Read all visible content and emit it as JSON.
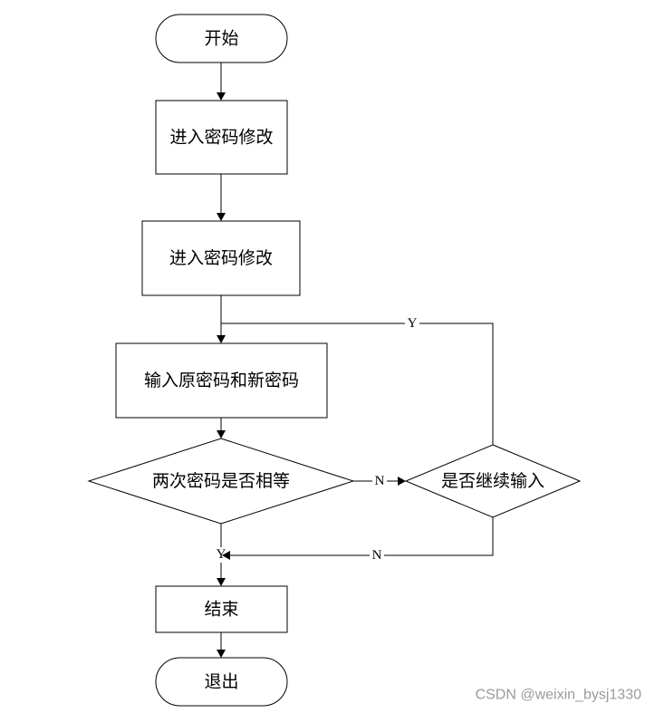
{
  "nodes": {
    "start": "开始",
    "enter_modify_1": "进入密码修改",
    "enter_modify_2": "进入密码修改",
    "input_passwords": "输入原密码和新密码",
    "compare_decision": "两次密码是否相等",
    "continue_decision": "是否继续输入",
    "end_process": "结束",
    "exit": "退出"
  },
  "edge_labels": {
    "continue_yes": "Y",
    "compare_no": "N",
    "compare_yes": "Y",
    "continue_no": "N"
  },
  "watermark": "CSDN @weixin_bysj1330"
}
